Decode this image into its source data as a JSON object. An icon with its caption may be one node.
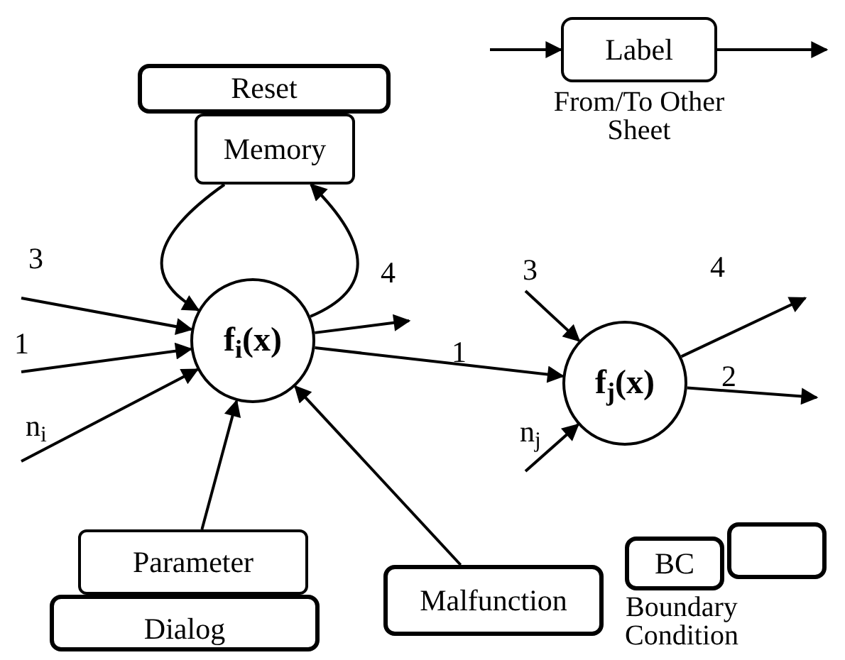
{
  "diagram": {
    "nodes": [
      {
        "text": [
          "Label"
        ],
        "beside": [
          "From/To Other Sheet"
        ]
      },
      {
        "text": [
          "Reset"
        ]
      },
      {
        "text": [
          "Memory"
        ]
      },
      {
        "text": [
          "f$_{i}$(x)"
        ]
      },
      {
        "text": [
          "f$_{j}$(x)"
        ]
      },
      {
        "text": [
          "Parameter"
        ]
      },
      {
        "text": [
          "Dialog"
        ]
      },
      {
        "text": [
          "Malfunction"
        ]
      },
      {
        "text": [],
        "shape": "box"
      },
      {
        "text": [
          "BC"
        ],
        "beside": [
          "Boundary Condition"
        ]
      }
    ],
    "edges": [
      {
        "from": null,
        "to": 0,
        "arrow": "to"
      },
      {
        "from": 0,
        "to": null,
        "arrow": "to"
      },
      {
        "from": 2,
        "to": 3,
        "arrow": "to"
      },
      {
        "from": 3,
        "to": 2,
        "arrow": "to"
      },
      {
        "from": null,
        "to": 3,
        "arrow": "to",
        "label": "3"
      },
      {
        "from": null,
        "to": 3,
        "arrow": "to",
        "label": "1"
      },
      {
        "from": null,
        "to": 3,
        "arrow": "to",
        "label": "n$_{i}$"
      },
      {
        "from": 5,
        "to": 3,
        "arrow": "to"
      },
      {
        "from": 7,
        "to": 3,
        "arrow": "to"
      },
      {
        "from": 3,
        "to": null,
        "arrow": "to",
        "label": "4"
      },
      {
        "from": 3,
        "to": 4,
        "arrow": "to",
        "label": "1"
      },
      {
        "from": null,
        "to": 4,
        "arrow": "to",
        "label": "3"
      },
      {
        "from": null,
        "to": 4,
        "arrow": "to",
        "label": "n$_{j}$"
      },
      {
        "from": 4,
        "to": null,
        "arrow": "to",
        "label": "4"
      },
      {
        "from": 4,
        "to": null,
        "arrow": "to",
        "label": "2"
      }
    ]
  }
}
